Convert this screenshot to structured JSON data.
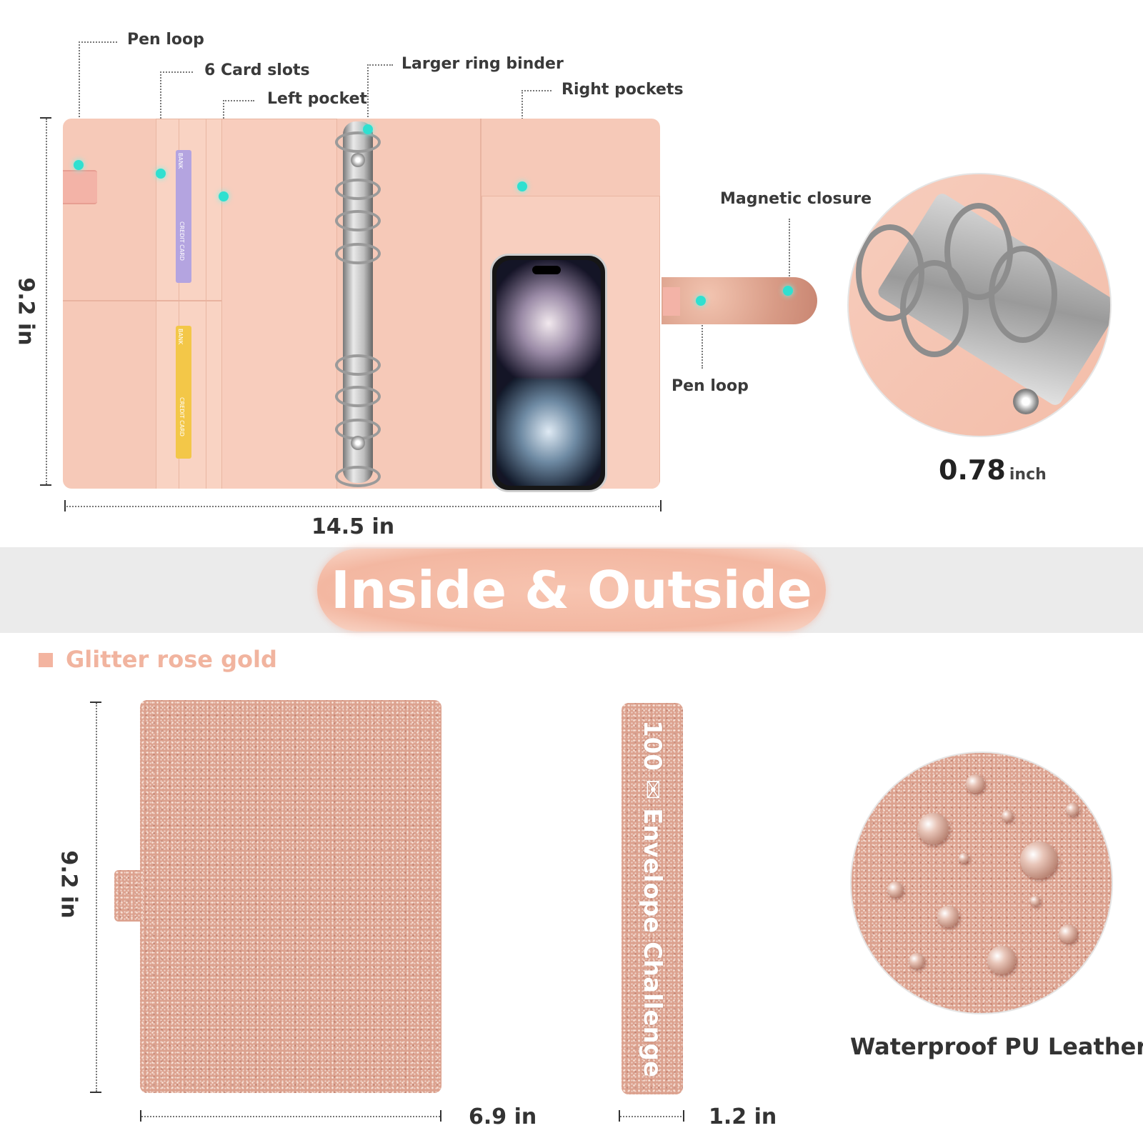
{
  "callouts": {
    "pen_loop_left": "Pen loop",
    "card_slots": "6 Card slots",
    "left_pocket": "Left pocket",
    "ring_binder": "Larger ring binder",
    "right_pockets": "Right pockets",
    "magnetic_closure": "Magnetic closure",
    "pen_loop_right": "Pen loop"
  },
  "cards": {
    "bank": "BANK",
    "credit": "CREDIT CARD"
  },
  "dimensions": {
    "open_height": "9.2 in",
    "open_width": "14.5 in",
    "ring_size_value": "0.78",
    "ring_size_unit": "inch",
    "closed_height": "9.2 in",
    "closed_width": "6.9 in",
    "spine_width": "1.2 in"
  },
  "banner": {
    "title": "Inside & Outside"
  },
  "color_option": {
    "name": "Glitter rose gold",
    "swatch_color": "#f3b4a0"
  },
  "spine": {
    "label": "100 ✉ Envelope Challenge"
  },
  "feature": {
    "label": "Waterproof PU Leather"
  },
  "colors": {
    "interior": "#f6c9b8",
    "glitter": "#dca28f",
    "marker": "#2fe0d0"
  }
}
